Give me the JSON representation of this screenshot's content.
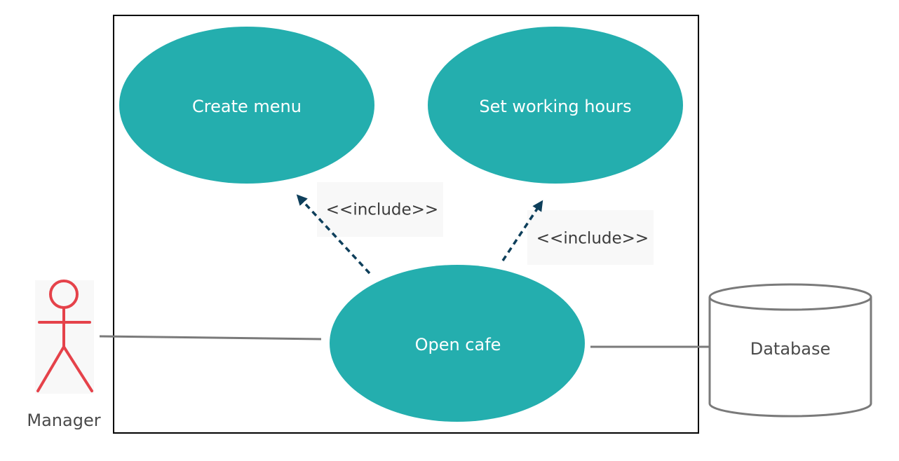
{
  "colors": {
    "use_case_fill": "#24aeae",
    "actor_stroke": "#e5424a",
    "include_arrow": "#0e3f5b",
    "association_line": "#7a7a7a",
    "system_border": "#000000",
    "label_background": "#f8f8f8"
  },
  "use_cases": {
    "create_menu": "Create menu",
    "set_working_hours": "Set working hours",
    "open_cafe": "Open cafe"
  },
  "relationships": {
    "include_left": "<<include>>",
    "include_right": "<<include>>"
  },
  "actor": {
    "name": "Manager"
  },
  "database": {
    "name": "Database"
  }
}
